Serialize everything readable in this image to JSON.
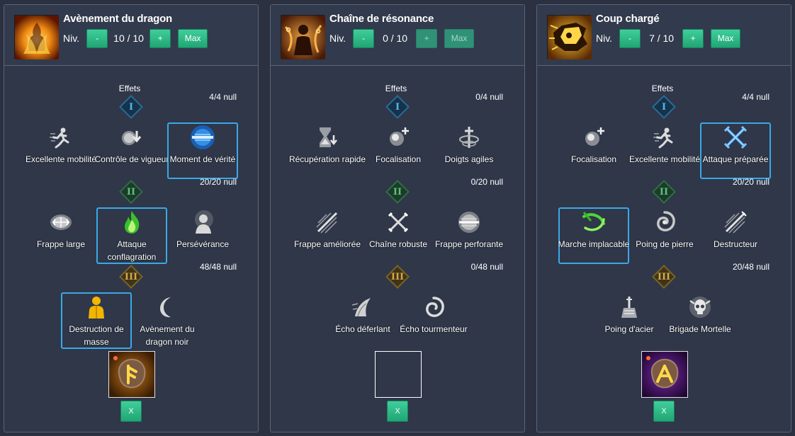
{
  "panels": [
    {
      "title": "Avènement du dragon",
      "level_label": "Niv.",
      "level_value": "10 / 10",
      "minus_label": "-",
      "plus_label": "+",
      "max_label": "Max",
      "effects_label": "Effets",
      "tier_counts": [
        "4/4 null",
        "20/20 null",
        "48/48 null"
      ],
      "tier_numerals": [
        "I",
        "II",
        "III"
      ],
      "tier1": [
        {
          "label": "Excellente mobilité",
          "icon": "sprint-icon",
          "selected": false
        },
        {
          "label": "Contrôle de vigueur",
          "icon": "vigor-control-icon",
          "selected": false
        },
        {
          "label": "Moment de vérité",
          "icon": "blue-sword-orb-icon",
          "selected": true
        }
      ],
      "tier2": [
        {
          "label": "Frappe large",
          "icon": "wide-strike-icon",
          "selected": false
        },
        {
          "label": "Attaque conflagration",
          "icon": "green-flame-icon",
          "selected": true
        },
        {
          "label": "Persévérance",
          "icon": "perseverance-icon",
          "selected": false
        }
      ],
      "tier3": [
        {
          "label": "Destruction de masse",
          "icon": "golden-figure-icon",
          "selected": true
        },
        {
          "label": "Avènement du dragon noir",
          "icon": "moon-icon",
          "selected": false
        }
      ],
      "rune": "gold-rune-icon",
      "remove_label": "X"
    },
    {
      "title": "Chaîne de résonance",
      "level_label": "Niv.",
      "level_value": "0 / 10",
      "minus_label": "-",
      "plus_label": "+",
      "max_label": "Max",
      "effects_label": "Effets",
      "tier_counts": [
        "0/4 null",
        "0/20 null",
        "0/48 null"
      ],
      "tier_numerals": [
        "I",
        "II",
        "III"
      ],
      "tier1": [
        {
          "label": "Récupération rapide",
          "icon": "hourglass-icon",
          "selected": false
        },
        {
          "label": "Focalisation",
          "icon": "focus-orb-icon",
          "selected": false
        },
        {
          "label": "Doigts agiles",
          "icon": "agile-fingers-icon",
          "selected": false
        }
      ],
      "tier2": [
        {
          "label": "Frappe améliorée",
          "icon": "improved-strike-icon",
          "selected": false
        },
        {
          "label": "Chaîne robuste",
          "icon": "crossed-swords-icon",
          "selected": false
        },
        {
          "label": "Frappe perforante",
          "icon": "piercing-strike-icon",
          "selected": false
        }
      ],
      "tier3": [
        {
          "label": "Écho déferlant",
          "icon": "wave-echo-icon",
          "selected": false
        },
        {
          "label": "Écho tourmenteur",
          "icon": "swirl-icon",
          "selected": false
        }
      ],
      "rune": "empty-rune-slot",
      "remove_label": "X"
    },
    {
      "title": "Coup chargé",
      "level_label": "Niv.",
      "level_value": "7 / 10",
      "minus_label": "-",
      "plus_label": "+",
      "max_label": "Max",
      "effects_label": "Effets",
      "tier_counts": [
        "4/4 null",
        "20/20 null",
        "20/48 null"
      ],
      "tier_numerals": [
        "I",
        "II",
        "III"
      ],
      "tier1": [
        {
          "label": "Focalisation",
          "icon": "focus-orb-icon",
          "selected": false
        },
        {
          "label": "Excellente mobilité",
          "icon": "sprint-icon",
          "selected": false
        },
        {
          "label": "Attaque préparée",
          "icon": "blue-crossed-swords-icon",
          "selected": true
        }
      ],
      "tier2": [
        {
          "label": "Marche implacable",
          "icon": "green-arc-icon",
          "selected": true
        },
        {
          "label": "Poing de pierre",
          "icon": "stone-fist-icon",
          "selected": false
        },
        {
          "label": "Destructeur",
          "icon": "destroyer-icon",
          "selected": false
        }
      ],
      "tier3": [
        {
          "label": "Poing d'acier",
          "icon": "steel-fist-icon",
          "selected": false
        },
        {
          "label": "Brigade Mortelle",
          "icon": "skull-icon",
          "selected": false
        }
      ],
      "rune": "purple-rune-icon",
      "remove_label": "X"
    }
  ],
  "colors": {
    "background": "#2b3140",
    "accent_green": "#2bbd87",
    "selection_blue": "#3aa9e8"
  }
}
